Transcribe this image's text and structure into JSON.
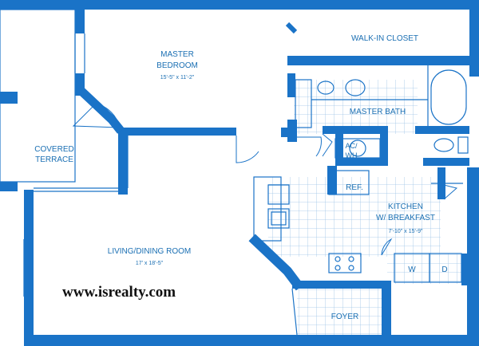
{
  "rooms": {
    "master_bedroom": {
      "name_line1": "MASTER",
      "name_line2": "BEDROOM",
      "size": "15'-5\" x 11'-2\""
    },
    "walk_in_closet": {
      "name": "WALK-IN CLOSET"
    },
    "master_bath": {
      "name": "MASTER BATH"
    },
    "ac_wh": {
      "line1": "AC/",
      "line2": "WH"
    },
    "covered_terrace": {
      "name_line1": "COVERED",
      "name_line2": "TERRACE"
    },
    "refrigerator": {
      "name": "REF."
    },
    "kitchen": {
      "name_line1": "KITCHEN",
      "name_line2": "W/ BREAKFAST",
      "size": "7'-10\" x 15'-9\""
    },
    "washer": {
      "name": "W"
    },
    "dryer": {
      "name": "D"
    },
    "living_dining": {
      "name": "LIVING/DINING ROOM",
      "size": "17' x 18'-5\""
    },
    "foyer": {
      "name": "FOYER"
    }
  },
  "watermark": "www.isrealty.com",
  "colors": {
    "wall": "#1a73c7",
    "tile_line": "#9cc3e6",
    "label": "#1a6fb3",
    "watermark": "#111111"
  }
}
